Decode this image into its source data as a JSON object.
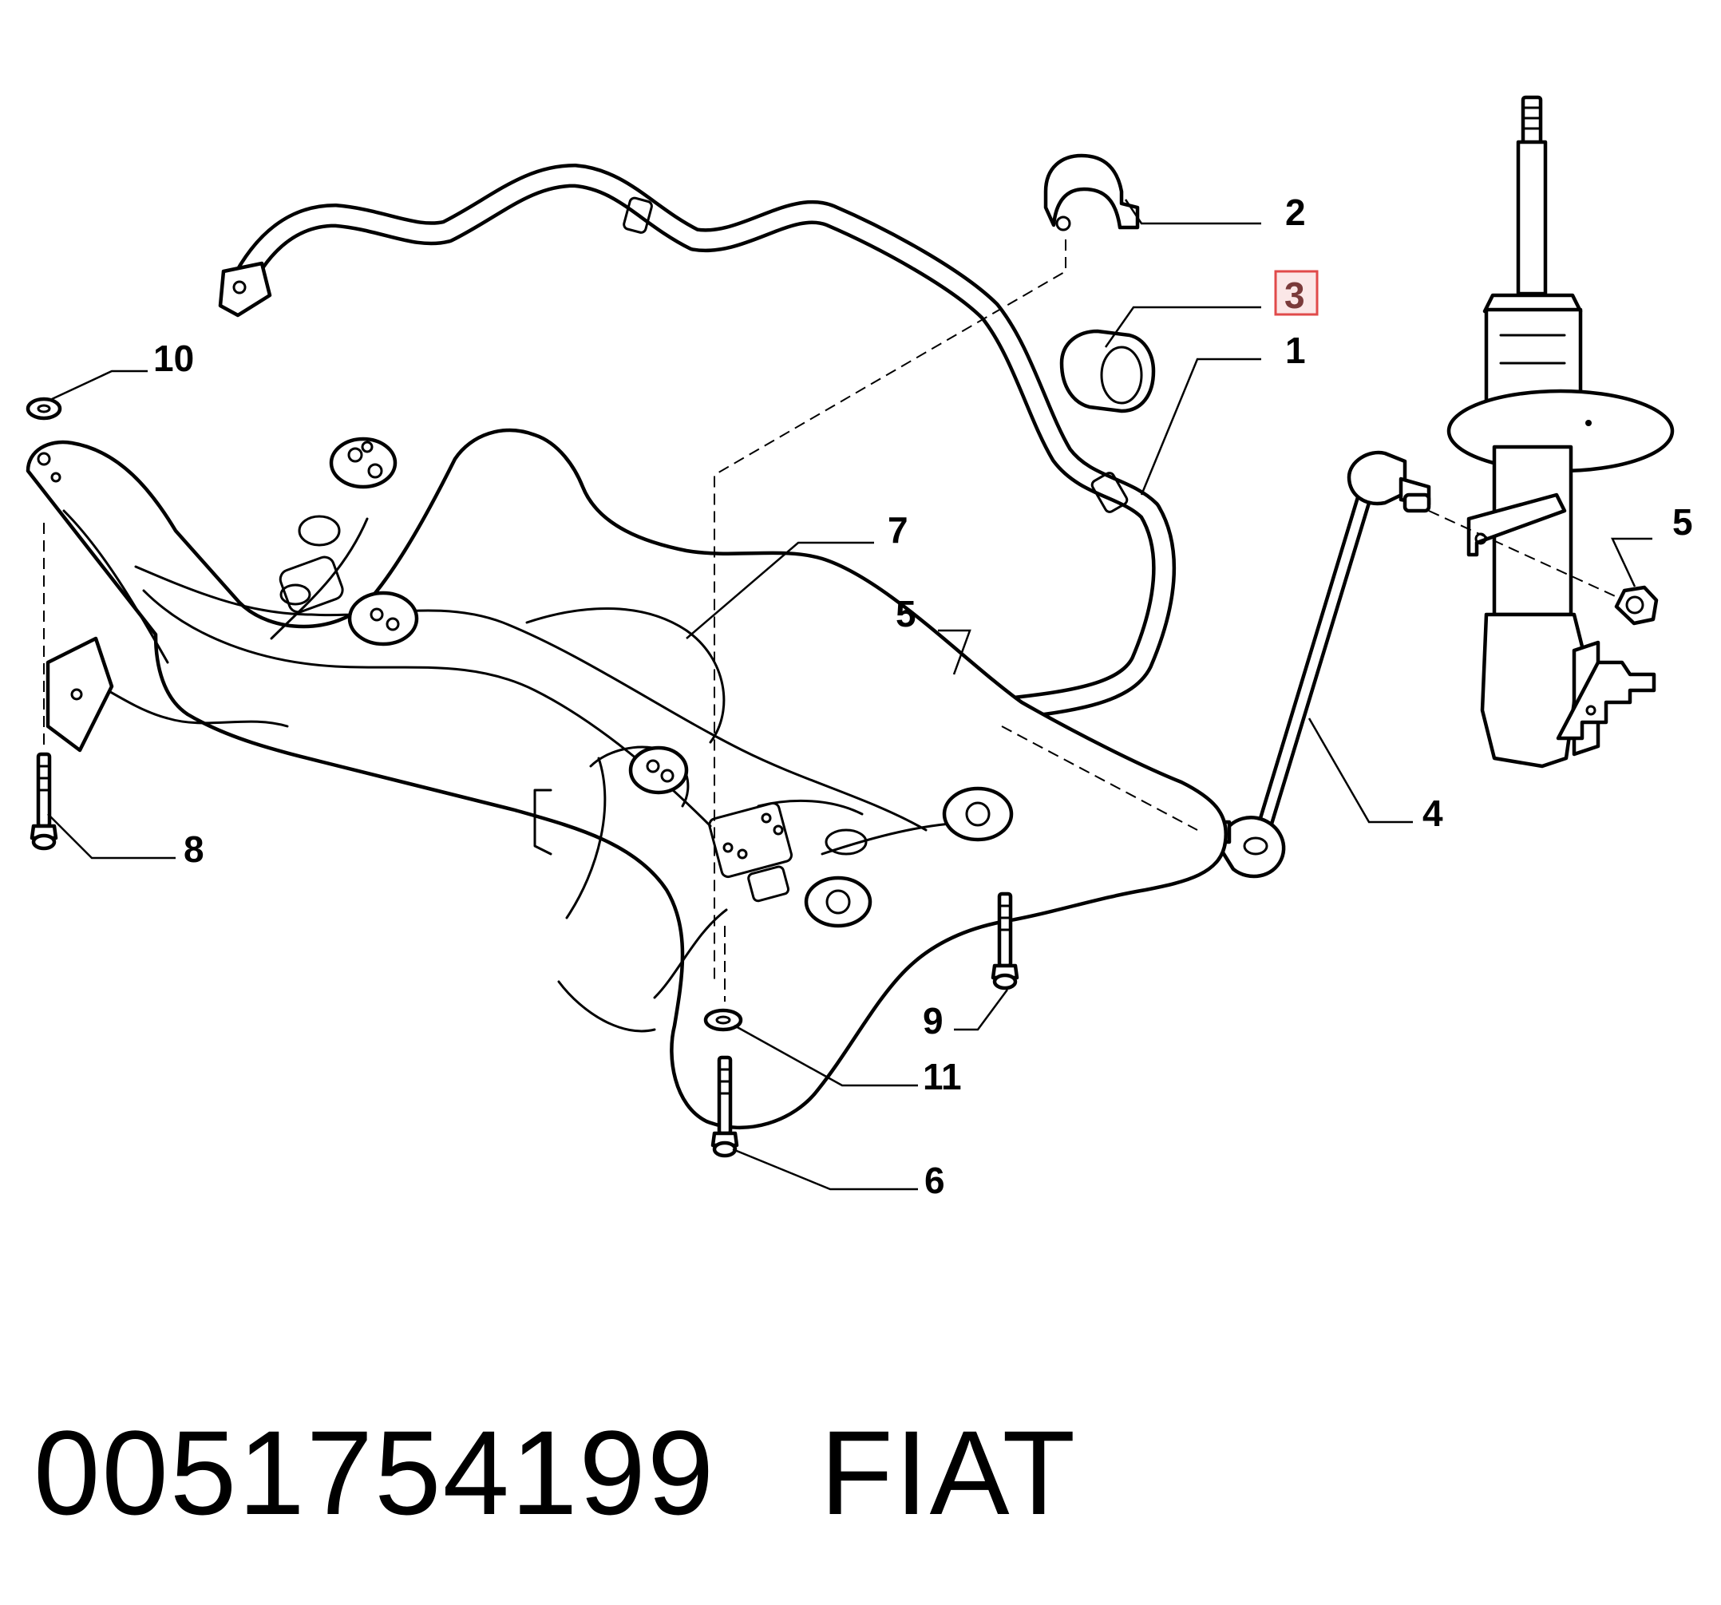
{
  "callouts": {
    "c1": "1",
    "c2": "2",
    "c3": "3",
    "c4": "4",
    "c5a": "5",
    "c5b": "5",
    "c6": "6",
    "c7": "7",
    "c8": "8",
    "c9": "9",
    "c10": "10",
    "c11": "11"
  },
  "highlight": {
    "callout": "3",
    "box_color": "#e04a4a",
    "box_fill": "#fbe7e7",
    "text_color": "#7a3a3a"
  },
  "caption": {
    "part_number": "0051754199",
    "brand": "FIAT"
  }
}
